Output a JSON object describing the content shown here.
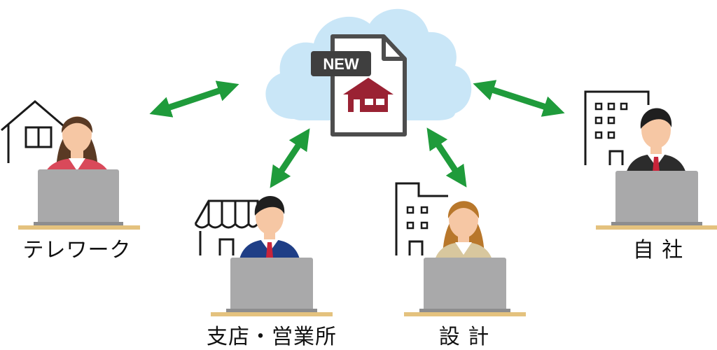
{
  "cloud": {
    "badge": "NEW",
    "document_icon": "document-icon",
    "house_icon": "house-icon"
  },
  "nodes": [
    {
      "id": "telework",
      "label": "テレワーク",
      "building_icon": "house-outline-icon",
      "person": "woman-red-jacket"
    },
    {
      "id": "branch",
      "label": "支店・営業所",
      "building_icon": "storefront-awning-icon",
      "person": "man-navy-suit"
    },
    {
      "id": "design",
      "label": "設 計",
      "building_icon": "office-building-icon",
      "person": "woman-beige-jacket"
    },
    {
      "id": "headoffice",
      "label": "自 社",
      "building_icon": "office-tower-icon",
      "person": "man-dark-suit"
    }
  ],
  "colors": {
    "cloud": "#c9e6f7",
    "arrow": "#1f9b3b",
    "document_stroke": "#4d4d4d",
    "badge_bg": "#3f3f3f",
    "house": "#9a2233",
    "desk": "#e4c27e",
    "laptop": "#a9a9aa",
    "laptop_edge": "#8d8d8e",
    "skin": "#f6c7a4",
    "hair_brown": "#5a3a24",
    "hair_amber": "#b8772b",
    "hair_black": "#1f1f1f",
    "jacket_red": "#d9495a",
    "suit_navy": "#1f3e86",
    "suit_dark": "#2c2c2c",
    "jacket_beige": "#d8c79e",
    "tie_red": "#c8243a"
  }
}
